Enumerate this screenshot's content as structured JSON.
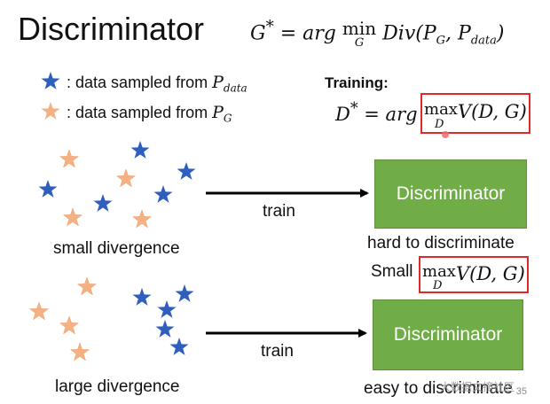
{
  "slide": {
    "title": "Discriminator",
    "page_number": "35",
    "watermark": "大数据文摘社区"
  },
  "formula_main": {
    "lhs": "G",
    "lhs_sup": "*",
    "eq": "= arg",
    "op": "min",
    "op_sub": "G",
    "fn": "Div(P",
    "arg1_sub": "G",
    "mid": ", P",
    "arg2_sub": "data",
    "close": ")"
  },
  "legend": {
    "blue_star": {
      "color": "#2e5fbd",
      "icon": "blue-star-icon",
      "text": ": data sampled from ",
      "symbol": "P",
      "symbol_sub": "data"
    },
    "orange_star": {
      "color": "#f4b183",
      "icon": "orange-star-icon",
      "text": ": data sampled from ",
      "symbol": "P",
      "symbol_sub": "G"
    }
  },
  "training": {
    "label": "Training:",
    "lhs": "D",
    "lhs_sup": "*",
    "eq": "= arg",
    "op": "max",
    "op_sub": "D",
    "fn": "V(D, G)"
  },
  "scenario_small": {
    "caption": "small divergence",
    "arrow_label": "train",
    "box_label": "Discriminator",
    "result": "hard to discriminate"
  },
  "small_value": {
    "prefix": "Small",
    "op": "max",
    "op_sub": "D",
    "fn": "V(D, G)"
  },
  "scenario_large": {
    "caption": "large divergence",
    "arrow_label": "train",
    "box_label": "Discriminator",
    "result": "easy to discriminate"
  },
  "colors": {
    "blue_star": "#2e5fbd",
    "orange_star": "#f4b183",
    "box_green": "#70ad47",
    "highlight_red": "#e02a2a"
  }
}
